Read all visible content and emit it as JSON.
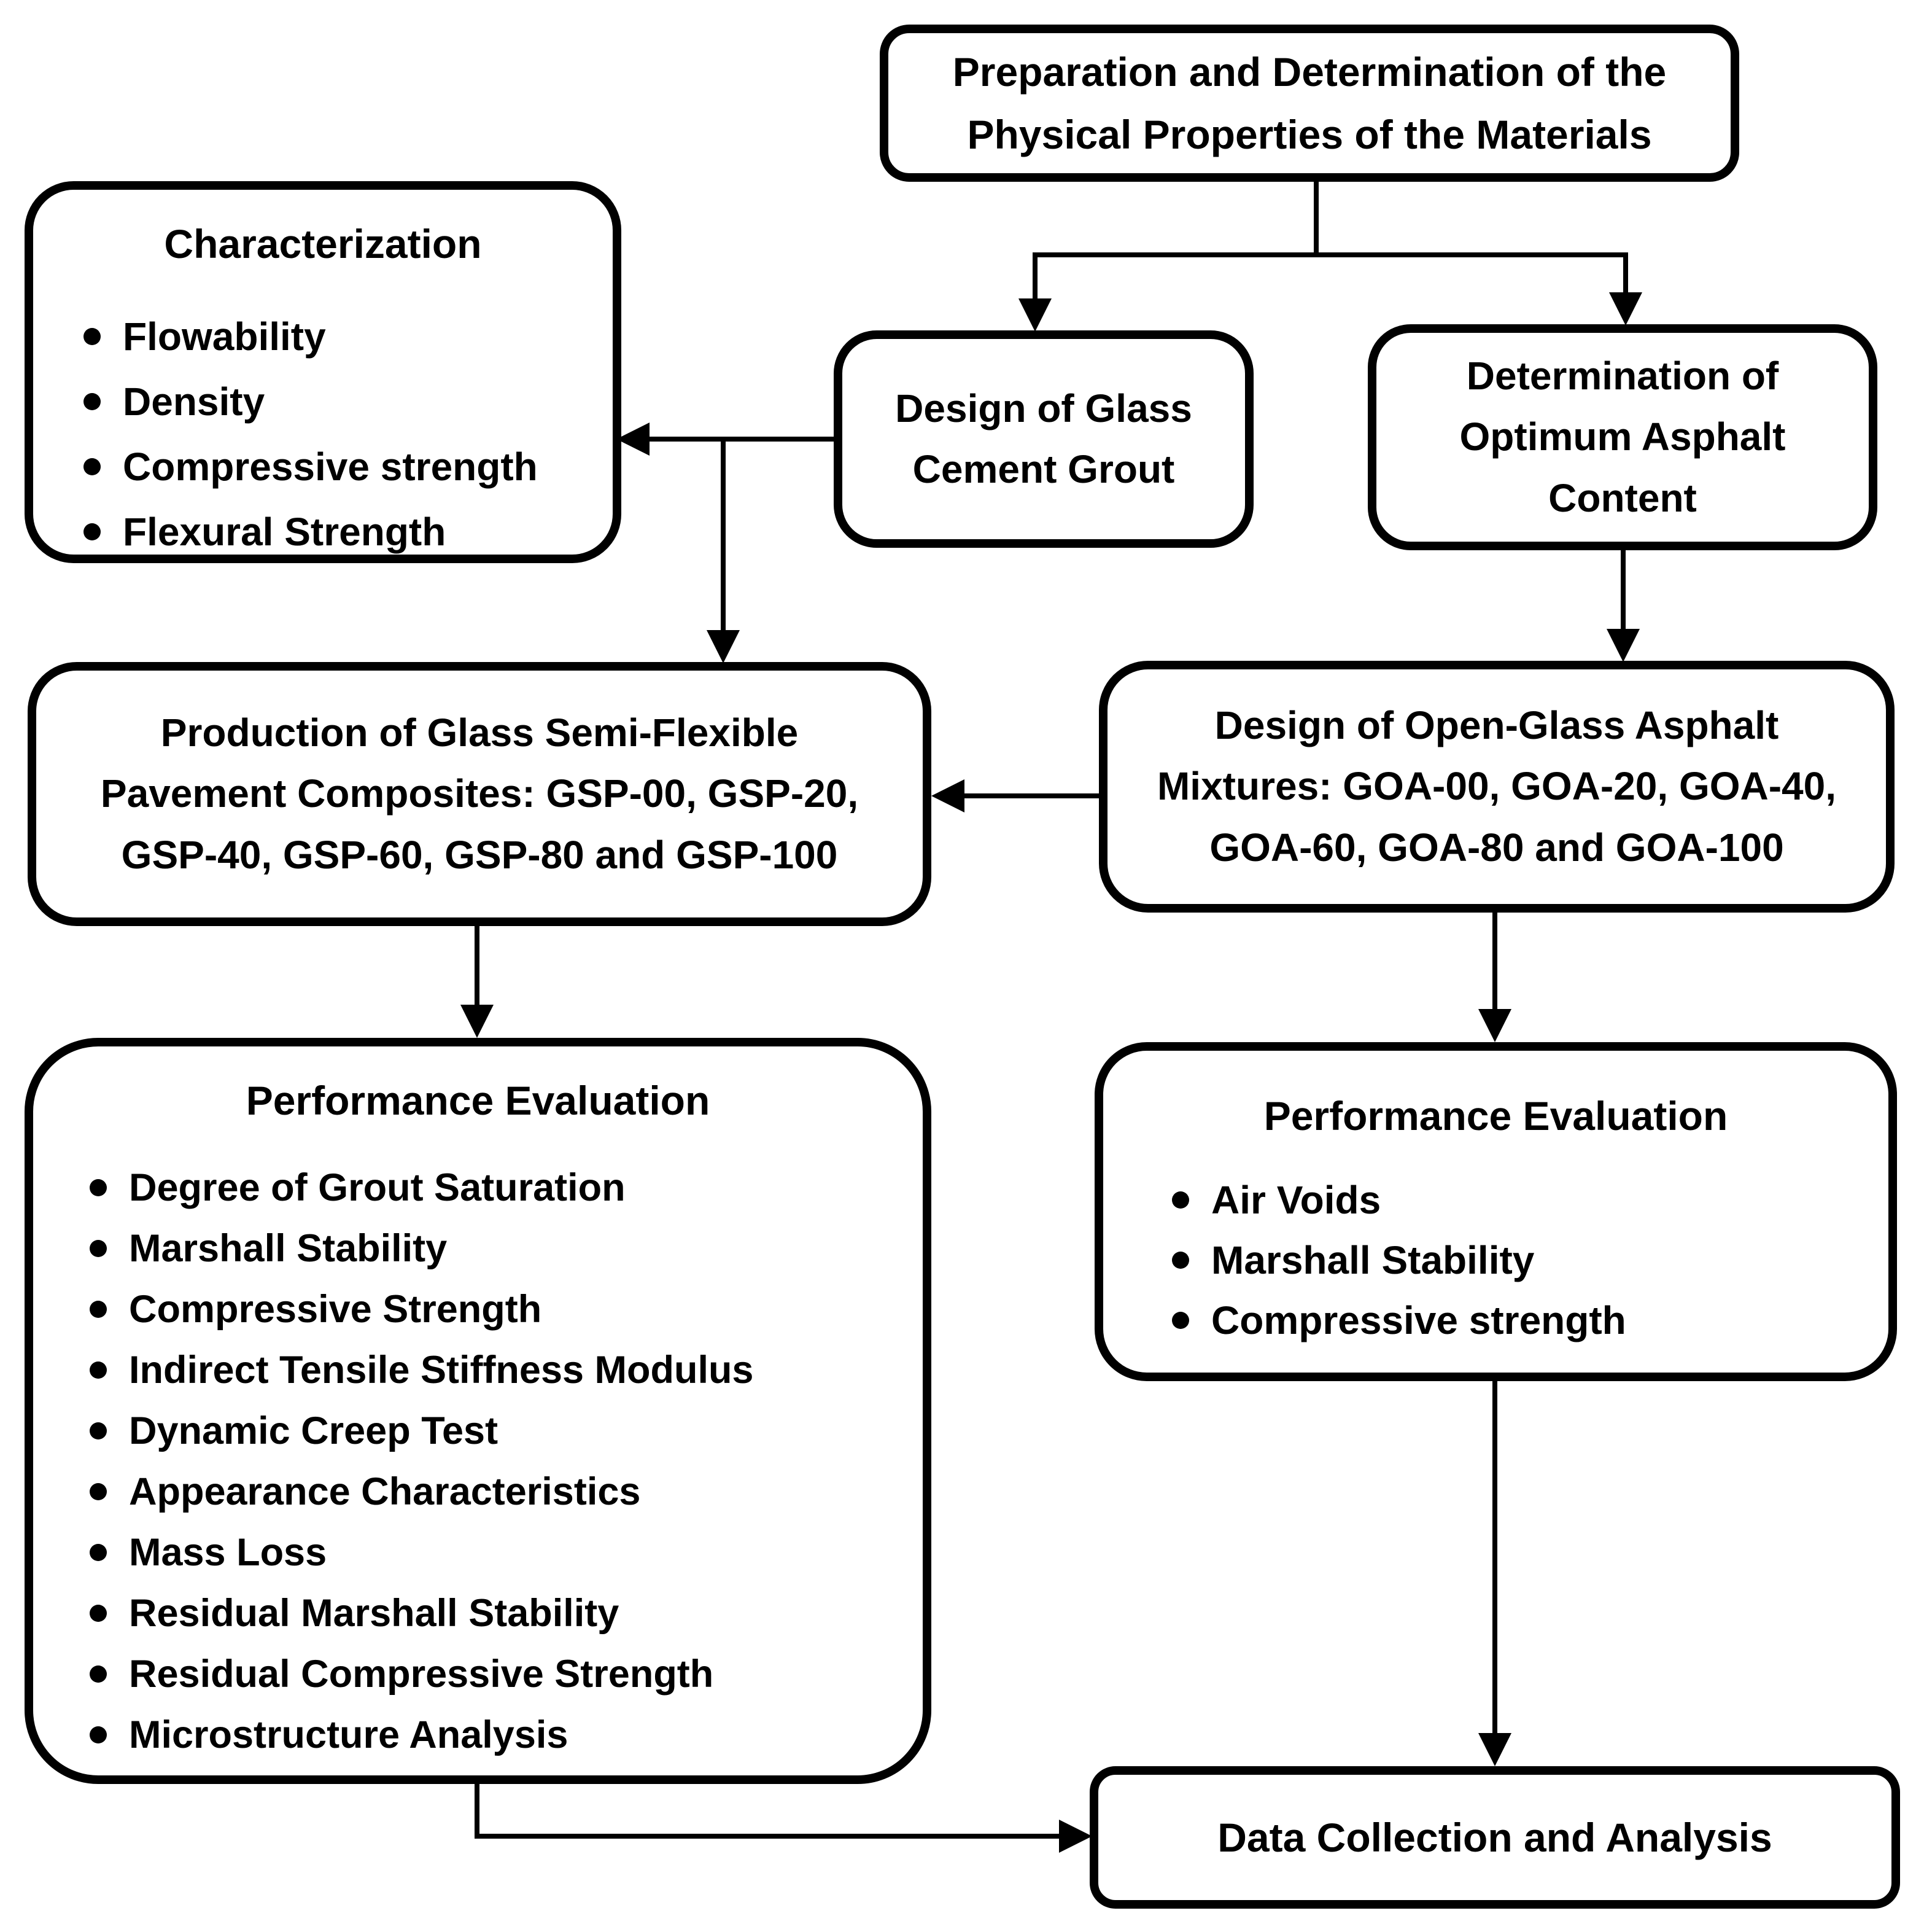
{
  "figure": {
    "background_color": "#ffffff",
    "line_color": "#000000",
    "text_color": "#000000"
  },
  "nodes": {
    "preparation": {
      "title": "Preparation and Determination of the Physical Properties of the Materials"
    },
    "characterization": {
      "title": "Characterization",
      "items": [
        "Flowability",
        "Density",
        "Compressive strength",
        "Flexural Strength"
      ]
    },
    "design_grout": {
      "title": "Design of Glass Cement Grout"
    },
    "determination": {
      "title": "Determination of Optimum Asphalt Content"
    },
    "production_gsp": {
      "title": "Production of Glass Semi-Flexible Pavement Composites: GSP-00, GSP-20, GSP-40, GSP-60, GSP-80 and GSP-100"
    },
    "design_goa": {
      "title": "Design of Open-Glass Asphalt Mixtures: GOA-00, GOA-20, GOA-40, GOA-60, GOA-80 and GOA-100"
    },
    "performance_gsp": {
      "title": "Performance Evaluation",
      "items": [
        "Degree of Grout Saturation",
        "Marshall Stability",
        "Compressive Strength",
        "Indirect Tensile Stiffness Modulus",
        "Dynamic Creep Test",
        "Appearance Characteristics",
        "Mass Loss",
        "Residual Marshall Stability",
        "Residual Compressive Strength",
        "Microstructure Analysis"
      ]
    },
    "performance_goa": {
      "title": "Performance Evaluation",
      "items": [
        "Air Voids",
        "Marshall Stability",
        "Compressive strength"
      ]
    },
    "data_collection": {
      "title": "Data Collection and Analysis"
    }
  }
}
